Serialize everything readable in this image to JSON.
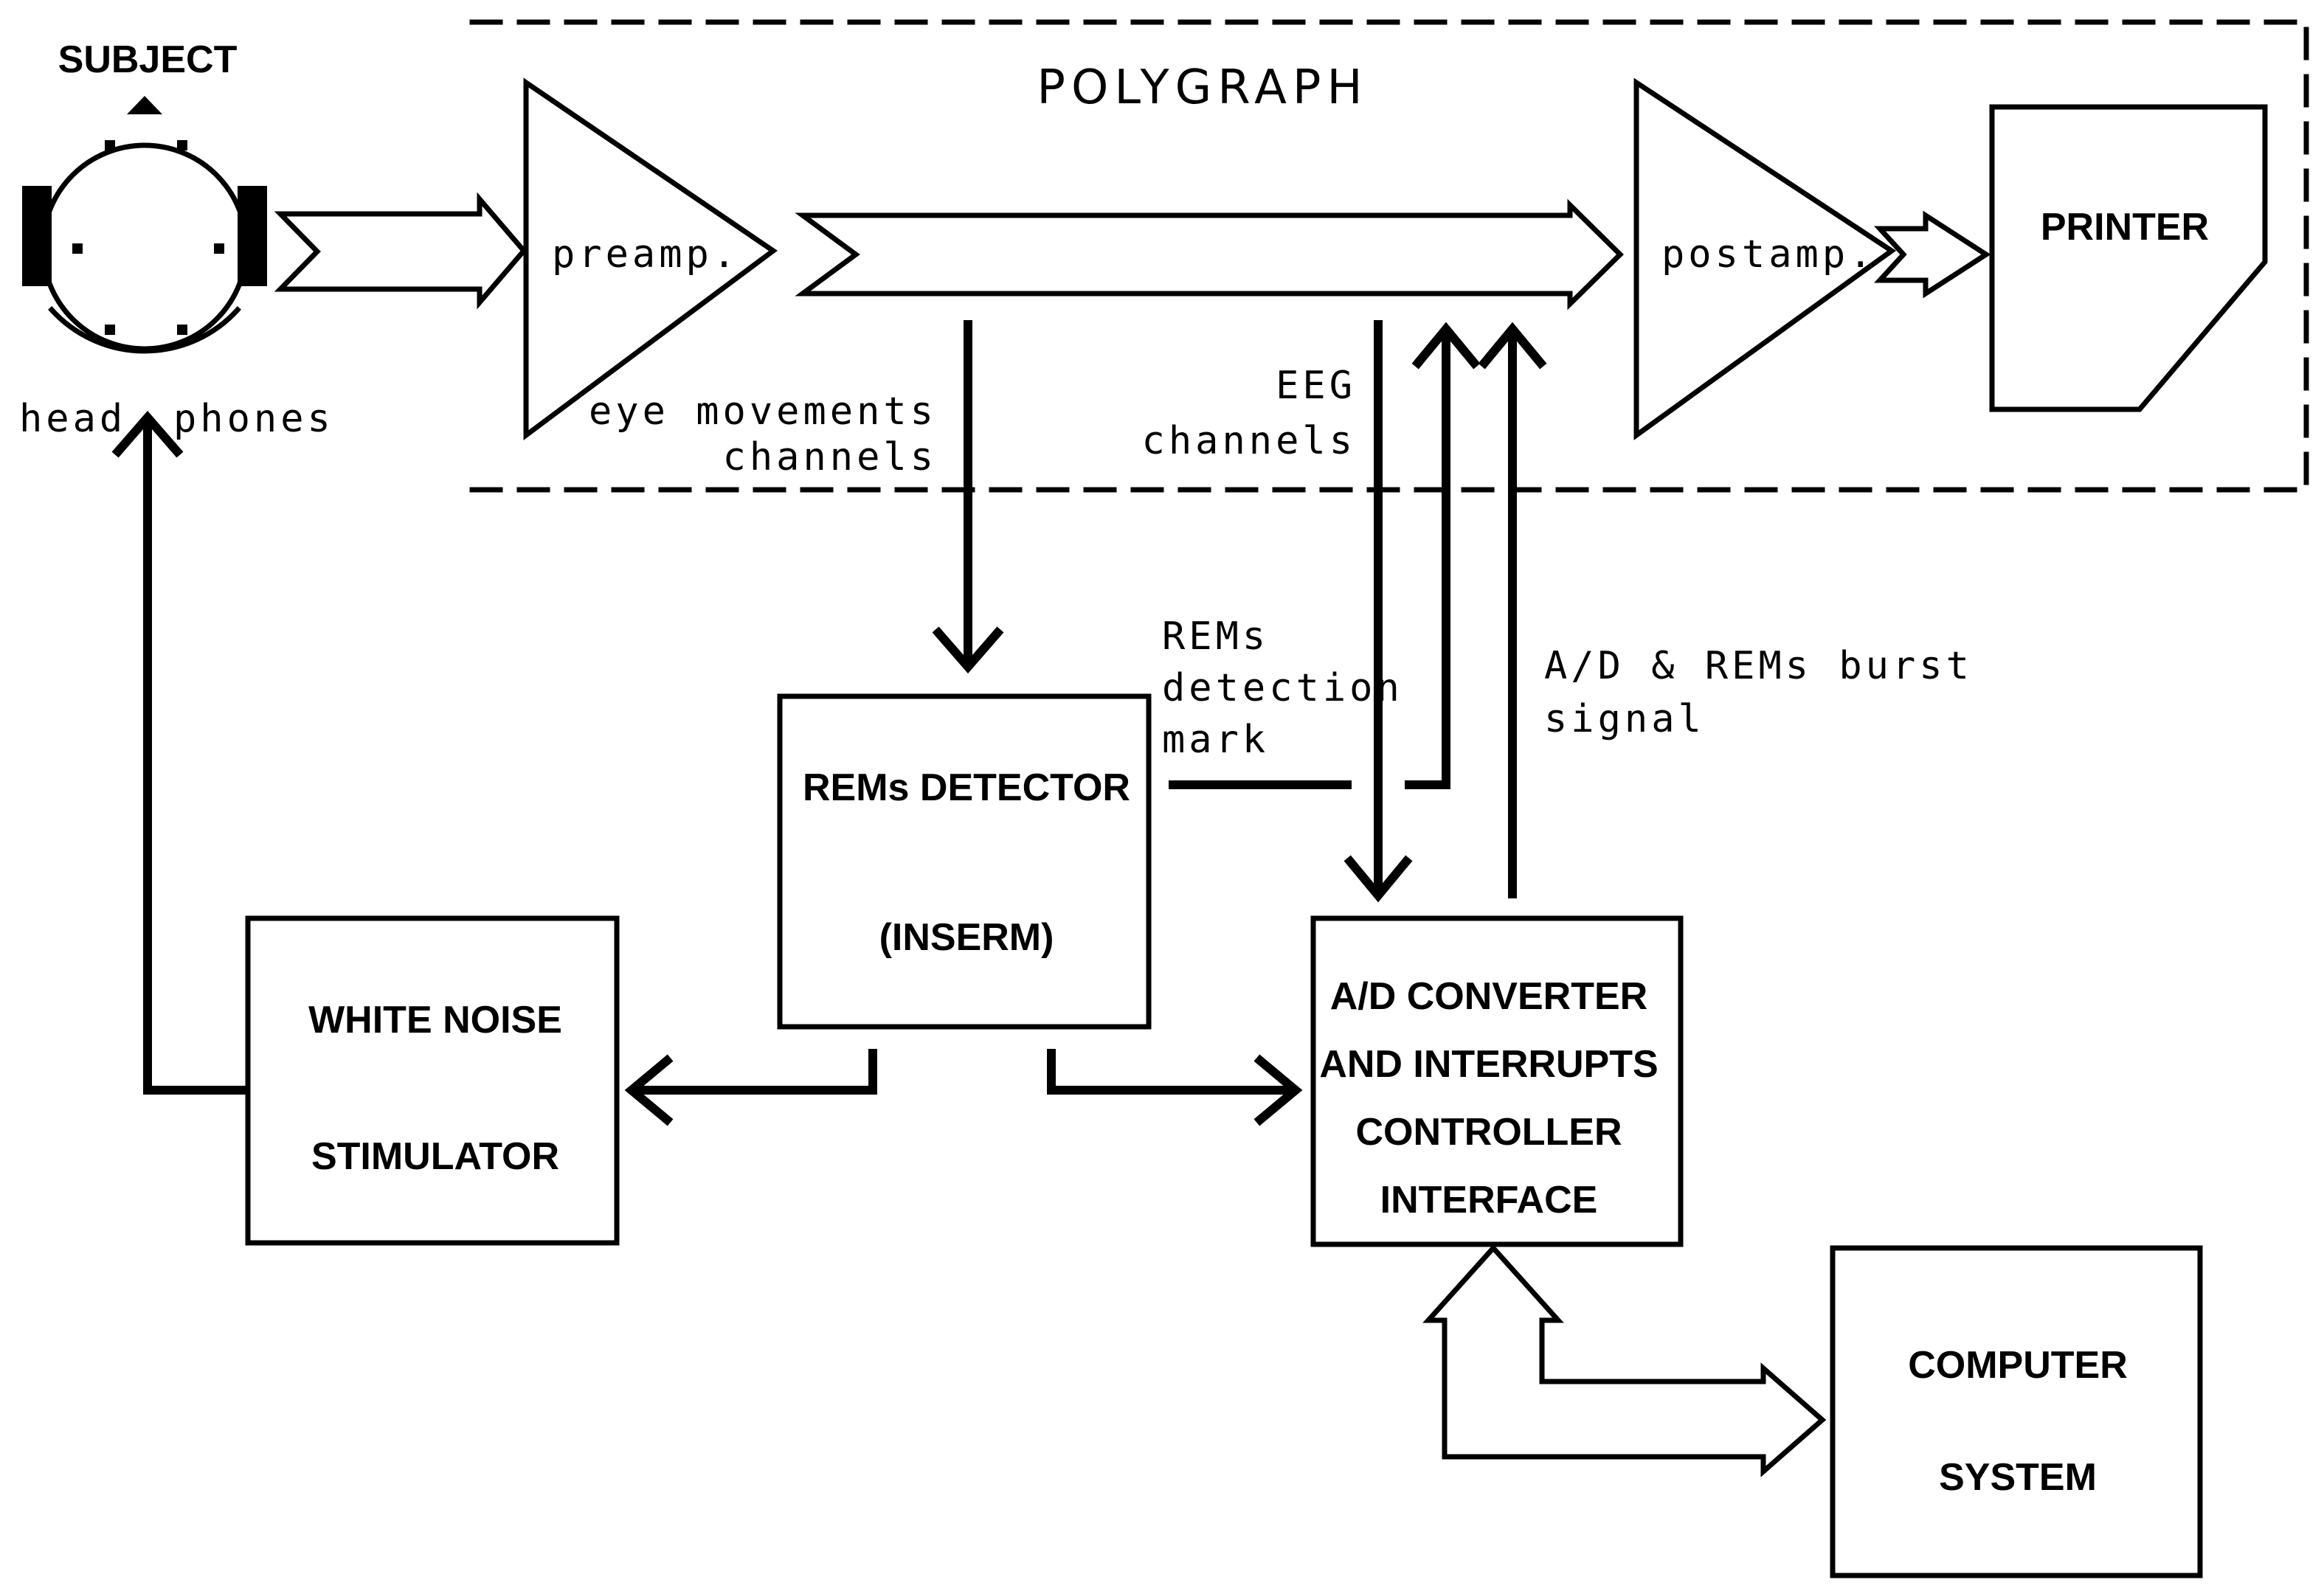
{
  "diagram": {
    "polygraph_title": "POLYGRAPH",
    "subject": "SUBJECT",
    "head": "head",
    "phones": "phones",
    "preamp": "preamp.",
    "postamp": "postamp.",
    "printer": "PRINTER",
    "eye_movements": "eye movements",
    "eye_channels": "channels",
    "eeg": "EEG",
    "eeg_channels": "channels",
    "rems_mark_1": "REMs",
    "rems_mark_2": "detection",
    "rems_mark_3": "mark",
    "ad_burst_1": "A/D & REMs burst",
    "ad_burst_2": "signal",
    "rems_detector_1": "REMs DETECTOR",
    "rems_detector_2": "(INSERM)",
    "white_noise_1": "WHITE NOISE",
    "white_noise_2": "STIMULATOR",
    "ad_converter_1": "A/D CONVERTER",
    "ad_converter_2": "AND INTERRUPTS",
    "ad_converter_3": "CONTROLLER",
    "ad_converter_4": "INTERFACE",
    "computer_1": "COMPUTER",
    "computer_2": "SYSTEM"
  }
}
